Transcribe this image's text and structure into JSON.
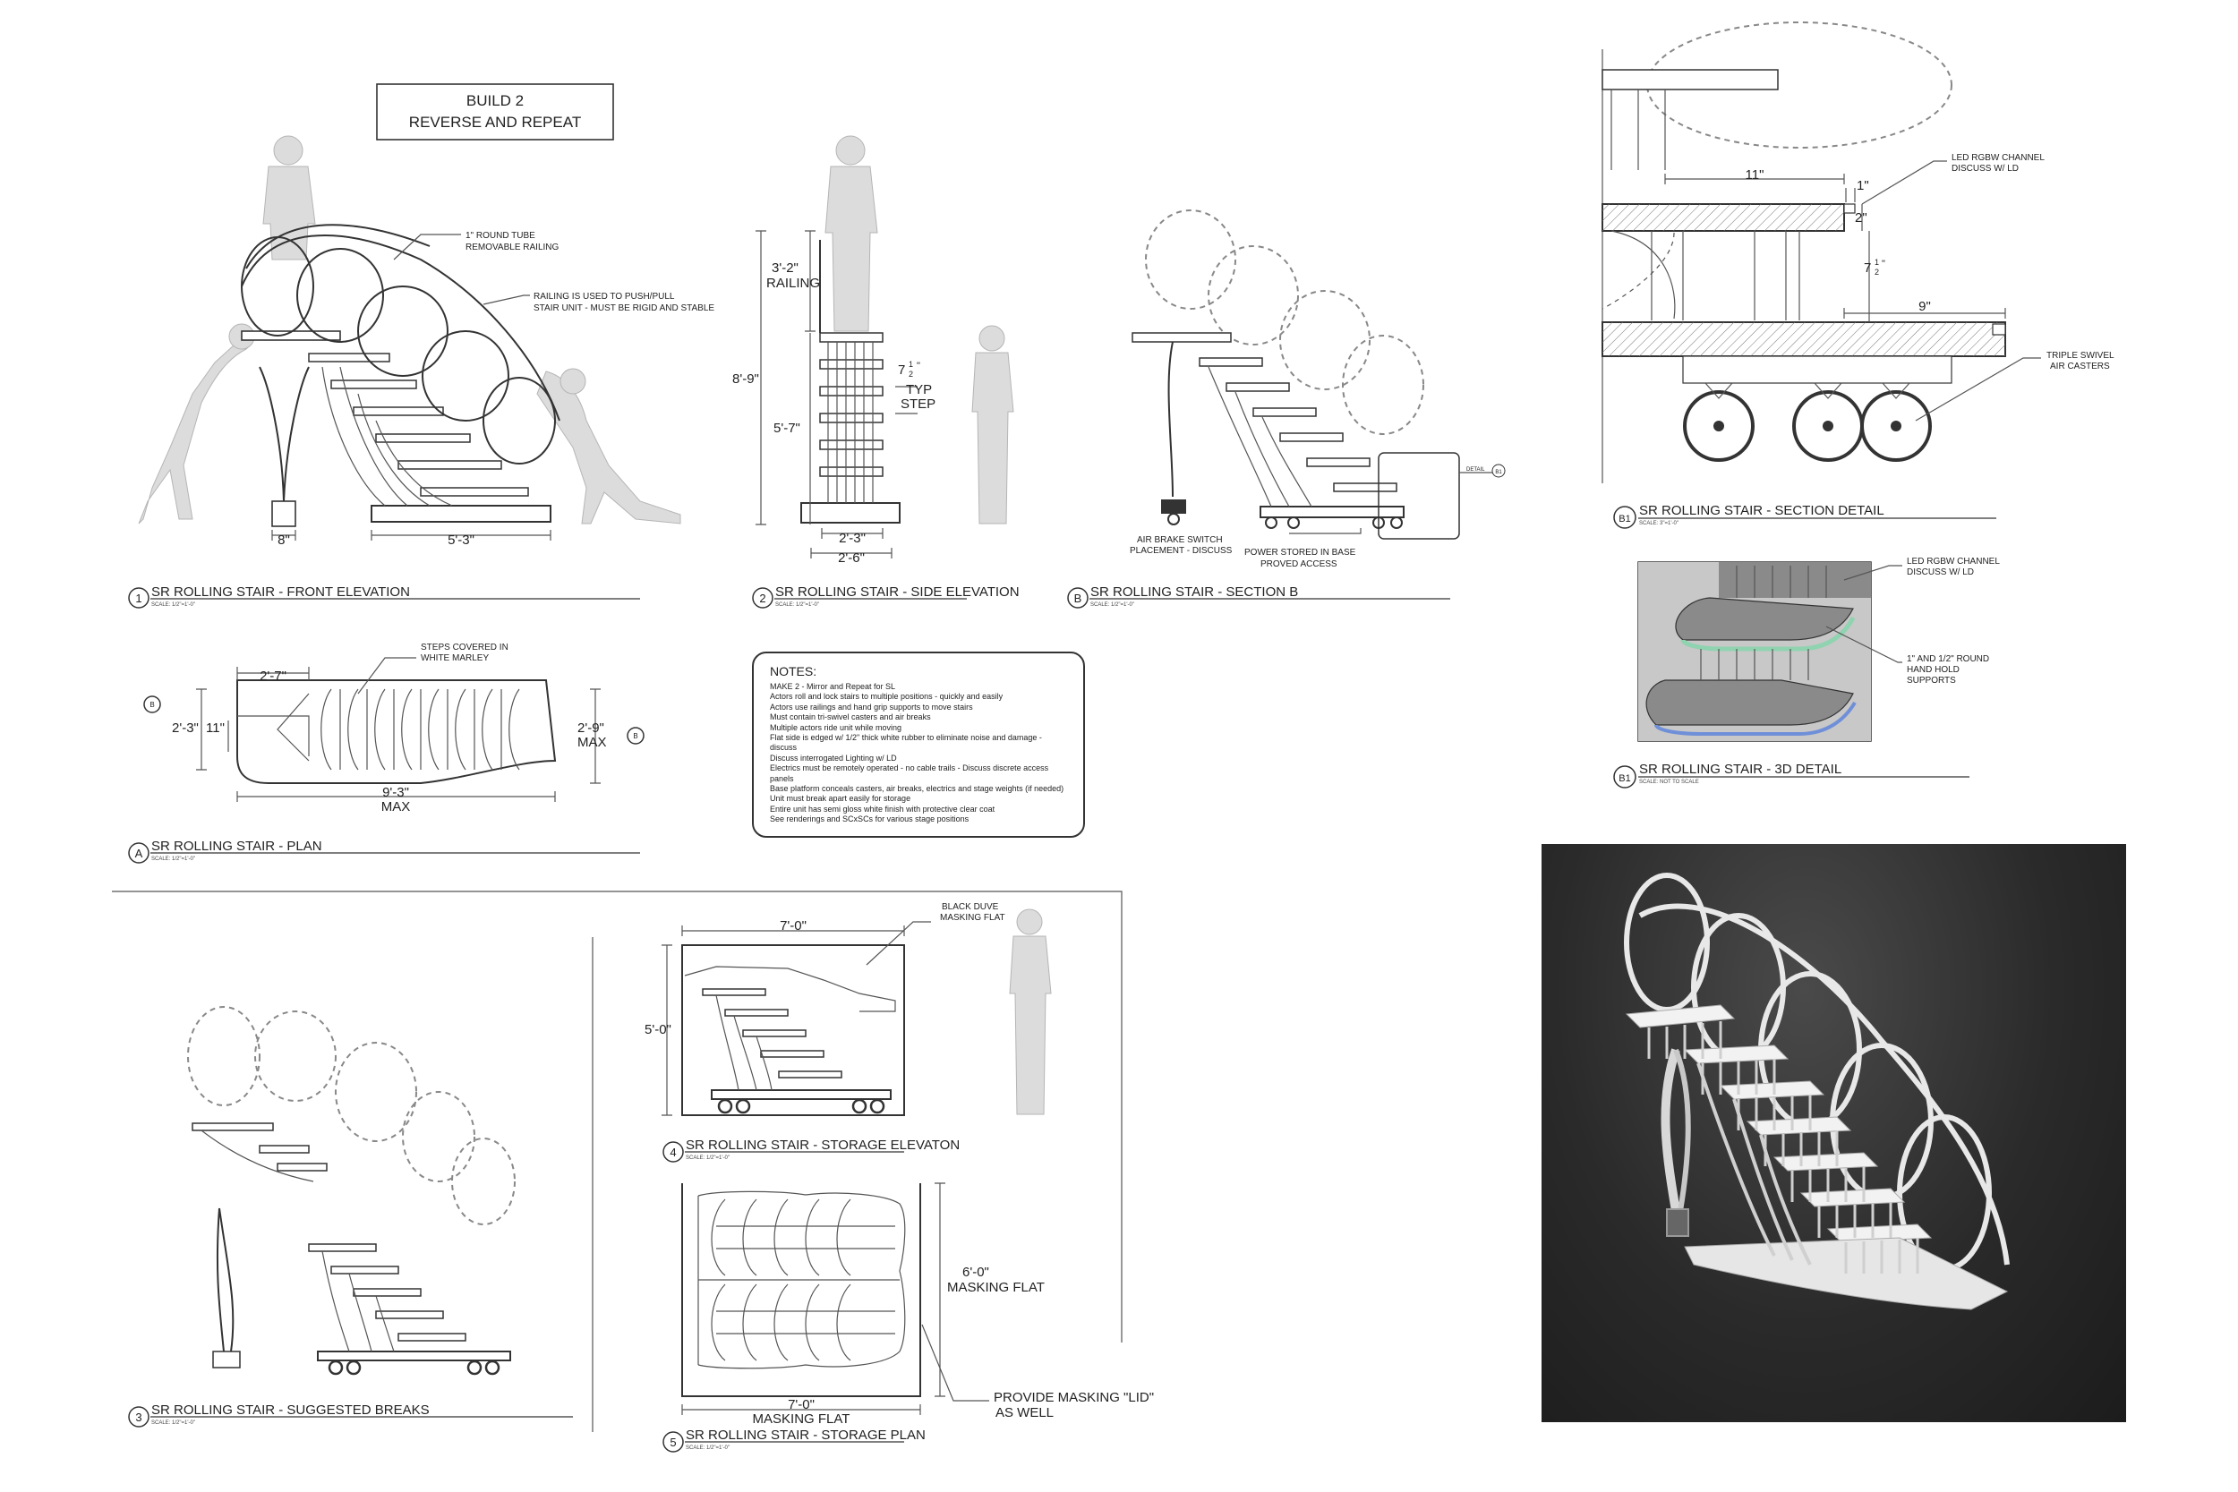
{
  "build_box": {
    "line1": "BUILD 2",
    "line2": "REVERSE AND REPEAT"
  },
  "front": {
    "title_num": "1",
    "title": "SR ROLLING STAIR - FRONT ELEVATION",
    "scale": "SCALE: 1/2\"=1'-0\"",
    "callout_railing": [
      "1\" ROUND TUBE",
      "REMOVABLE RAILING"
    ],
    "callout_push": [
      "RAILING IS USED TO PUSH/PULL",
      "STAIR UNIT - MUST BE RIGID AND STABLE"
    ],
    "dim_base": "8\"",
    "dim_width": "5'-3\""
  },
  "side": {
    "title_num": "2",
    "title": "SR ROLLING STAIR - SIDE ELEVATION",
    "scale": "SCALE: 1/2\"=1'-0\"",
    "dim_railing": [
      "3'-2\"",
      "RAILING"
    ],
    "dim_total": "8'-9\"",
    "dim_stair": "5'-7\"",
    "dim_step": [
      "7",
      "1",
      "2",
      "\"",
      "TYP",
      "STEP"
    ],
    "dim_w1": "2'-3\"",
    "dim_w2": "2'-6\""
  },
  "section_b": {
    "title_num": "B",
    "title": "SR ROLLING STAIR - SECTION B",
    "scale": "SCALE: 1/2\"=1'-0\"",
    "callout_brake": [
      "AIR BRAKE SWITCH",
      "PLACEMENT - DISCUSS"
    ],
    "callout_power": [
      "POWER STORED IN BASE",
      "PROVED ACCESS"
    ],
    "detail_tag": "DETAIL",
    "detail_ref": "B1"
  },
  "section_detail": {
    "title_num": "B1",
    "title": "SR ROLLING STAIR - SECTION DETAIL",
    "scale": "SCALE: 3\"=1'-0\"",
    "dim_11": "11\"",
    "dim_1": "1\"",
    "dim_2": "2\"",
    "dim_riser": [
      "7",
      "1",
      "2",
      "\""
    ],
    "dim_9": "9\"",
    "callout_led": [
      "LED RGBW CHANNEL",
      "DISCUSS W/ LD"
    ],
    "callout_casters": [
      "TRIPLE SWIVEL",
      "AIR CASTERS"
    ]
  },
  "detail_3d": {
    "title_num": "B1",
    "title": "SR ROLLING STAIR - 3D DETAIL",
    "scale": "SCALE: NOT TO SCALE",
    "callout_led": [
      "LED RGBW CHANNEL",
      "DISCUSS W/ LD"
    ],
    "callout_hand": [
      "1\" AND 1/2\" ROUND",
      "HAND HOLD",
      "SUPPORTS"
    ]
  },
  "plan": {
    "title_num": "A",
    "title": "SR ROLLING STAIR - PLAN",
    "scale": "SCALE: 1/2\"=1'-0\"",
    "callout_steps": [
      "STEPS COVERED IN",
      "WHITE MARLEY"
    ],
    "dim_top": "2'-7\"",
    "dim_left": "2'-3\"",
    "dim_inner": "11\"",
    "dim_right": [
      "2'-9\"",
      "MAX"
    ],
    "dim_bottom": [
      "9'-3\"",
      "MAX"
    ],
    "section_mark": "B",
    "section_mark2": "B"
  },
  "notes": {
    "title": "NOTES:",
    "items": [
      "MAKE 2 - Mirror and Repeat for SL",
      "Actors roll and lock stairs to multiple positions - quickly and easily",
      "Actors use railings and hand grip supports to move stairs",
      "Must contain tri-swivel casters and air breaks",
      "Multiple actors ride unit while moving",
      "Flat side is edged w/ 1/2\" thick white rubber to eliminate noise and damage - discuss",
      "Discuss interrogated Lighting w/ LD",
      "Electrics must be remotely operated - no cable trails - Discuss discrete access panels",
      "Base platform conceals casters, air breaks, electrics and stage weights (if needed)",
      "Unit must break apart easily for storage",
      "Entire unit has semi gloss white finish with protective clear coat",
      "See renderings and SCxSCs for various stage positions"
    ]
  },
  "breaks": {
    "title_num": "3",
    "title": "SR ROLLING STAIR - SUGGESTED BREAKS",
    "scale": "SCALE: 1/2\"=1'-0\""
  },
  "storage_elev": {
    "title_num": "4",
    "title": "SR ROLLING STAIR - STORAGE ELEVATON",
    "scale": "SCALE: 1/2\"=1'-0\"",
    "dim_w": "7'-0\"",
    "dim_h": "5'-0\"",
    "callout_duve": [
      "BLACK DUVE",
      "MASKING FLAT"
    ]
  },
  "storage_plan": {
    "title_num": "5",
    "title": "SR ROLLING STAIR - STORAGE PLAN",
    "scale": "SCALE: 1/2\"=1'-0\"",
    "dim_h": [
      "6'-0\"",
      "MASKING FLAT"
    ],
    "dim_w": [
      "7'-0\"",
      "MASKING FLAT"
    ],
    "callout_lid": [
      "PROVIDE MASKING \"LID\"",
      "AS WELL"
    ]
  },
  "colors": {
    "line": "#333333",
    "figure": "#dcdcdc",
    "render_bg": "#2a2a2a",
    "led_green": "#8fd3b0",
    "led_blue": "#6f8fd8"
  }
}
